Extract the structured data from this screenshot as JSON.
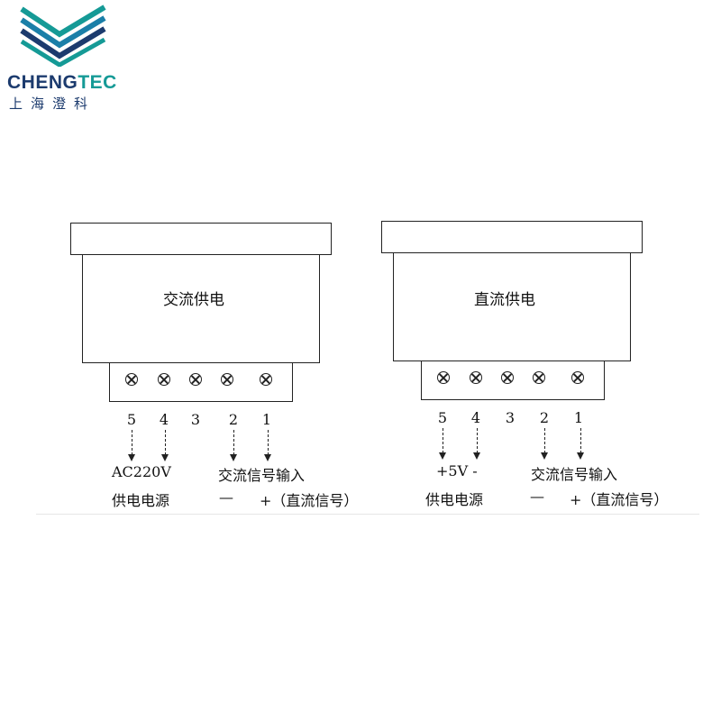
{
  "logo": {
    "brand_en_a": "CHENG",
    "brand_en_b": "TEC",
    "brand_cn": "上海澄科"
  },
  "left": {
    "title": "交流供电",
    "terminals": [
      "5",
      "4",
      "3",
      "2",
      "1"
    ],
    "label_power_top": "AC220V",
    "label_power_bottom": "供电电源",
    "label_signal_top": "交流信号输入",
    "label_minus": "—",
    "label_plus": "+（直流信号）"
  },
  "right": {
    "title": "直流供电",
    "terminals": [
      "5",
      "4",
      "3",
      "2",
      "1"
    ],
    "label_power_top": "+5V -",
    "label_power_bottom": "供电电源",
    "label_signal_top": "交流信号输入",
    "label_minus": "—",
    "label_plus": "+（直流信号）"
  }
}
